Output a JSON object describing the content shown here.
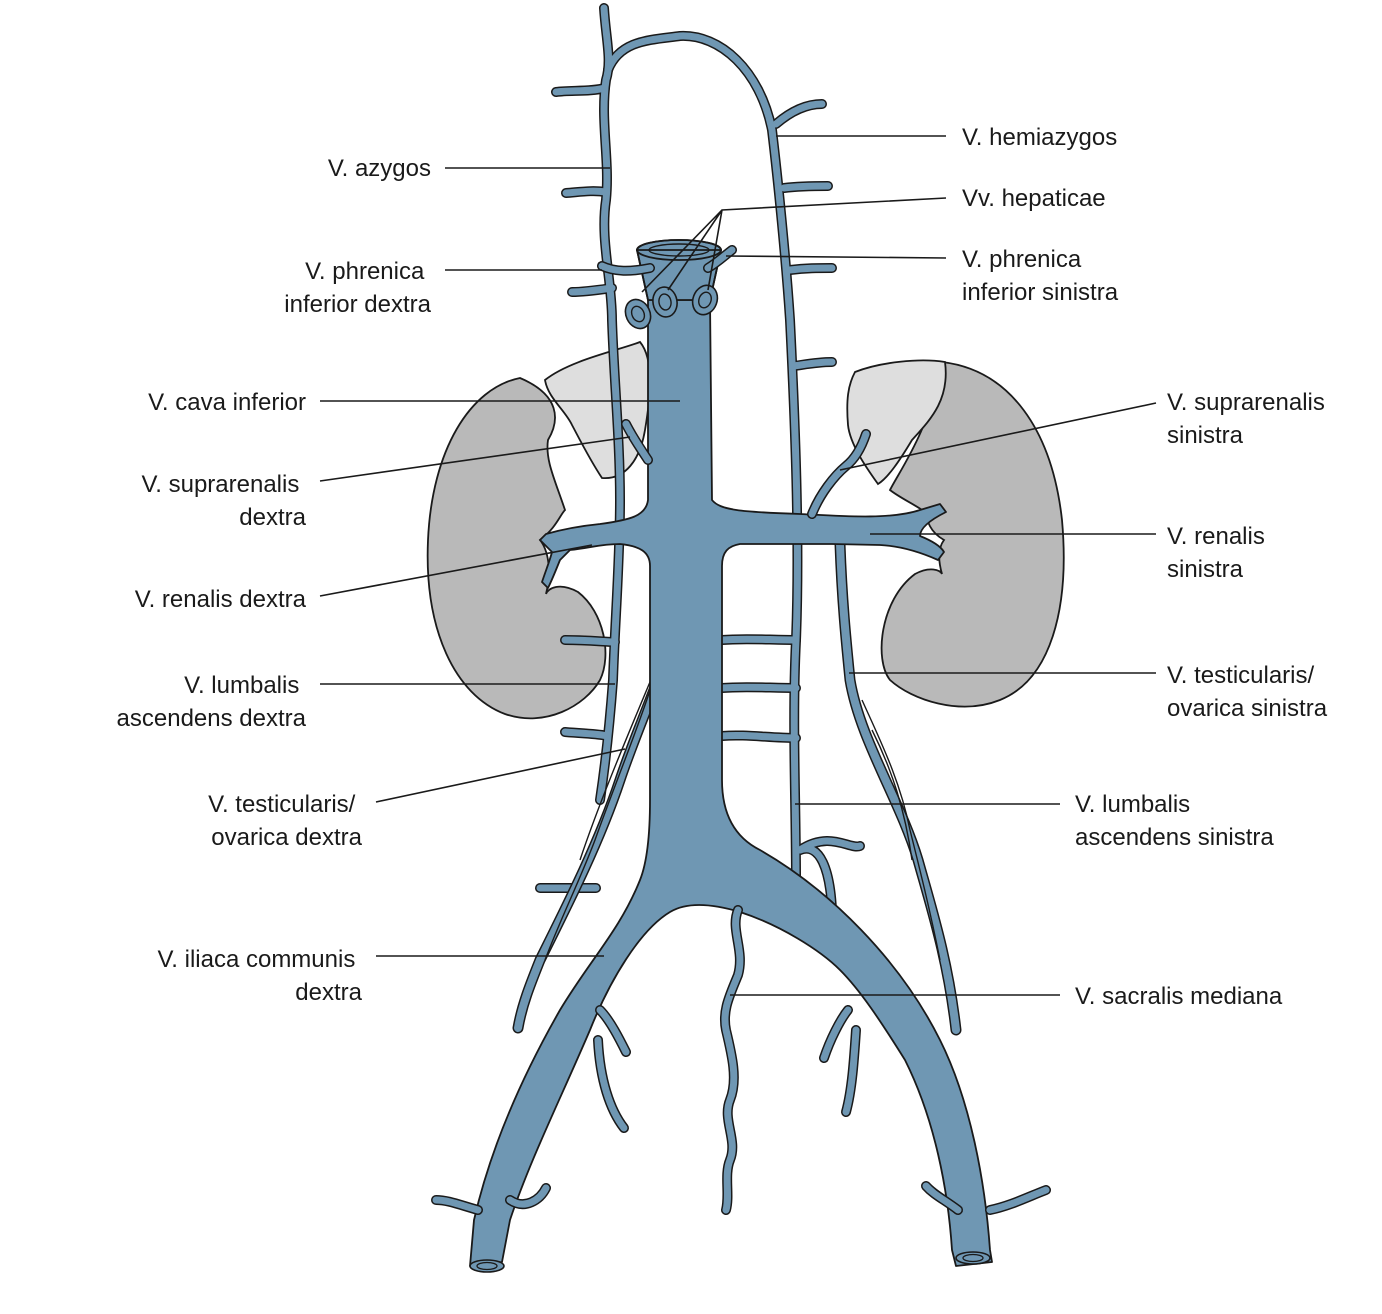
{
  "colors": {
    "vein": "#6f97b3",
    "kidney": "#b9b9b9",
    "adrenal": "#dedede",
    "outline": "#1a1a1a",
    "background": "#ffffff"
  },
  "labels": {
    "azygos": [
      "V. azygos"
    ],
    "hemiazygos": [
      "V. hemiazygos"
    ],
    "hepaticae": [
      "Vv. hepaticae"
    ],
    "phrenica_dextra": [
      "V. phrenica",
      "inferior dextra"
    ],
    "phrenica_sinistra": [
      "V. phrenica",
      "inferior sinistra"
    ],
    "cava_inferior": [
      "V. cava inferior"
    ],
    "suprarenalis_dextra": [
      "V. suprarenalis",
      "dextra"
    ],
    "suprarenalis_sinistra": [
      "V. suprarenalis",
      "sinistra"
    ],
    "renalis_dextra": [
      "V. renalis dextra"
    ],
    "renalis_sinistra": [
      "V. renalis",
      "sinistra"
    ],
    "lumbalis_dextra": [
      "V. lumbalis",
      "ascendens dextra"
    ],
    "lumbalis_sinistra": [
      "V. lumbalis",
      "ascendens sinistra"
    ],
    "testicularis_dextra": [
      "V. testicularis/",
      "ovarica dextra"
    ],
    "testicularis_sinistra": [
      "V. testicularis/",
      "ovarica sinistra"
    ],
    "iliaca_communis_dextra": [
      "V. iliaca communis",
      "dextra"
    ],
    "sacralis_mediana": [
      "V. sacralis mediana"
    ]
  }
}
